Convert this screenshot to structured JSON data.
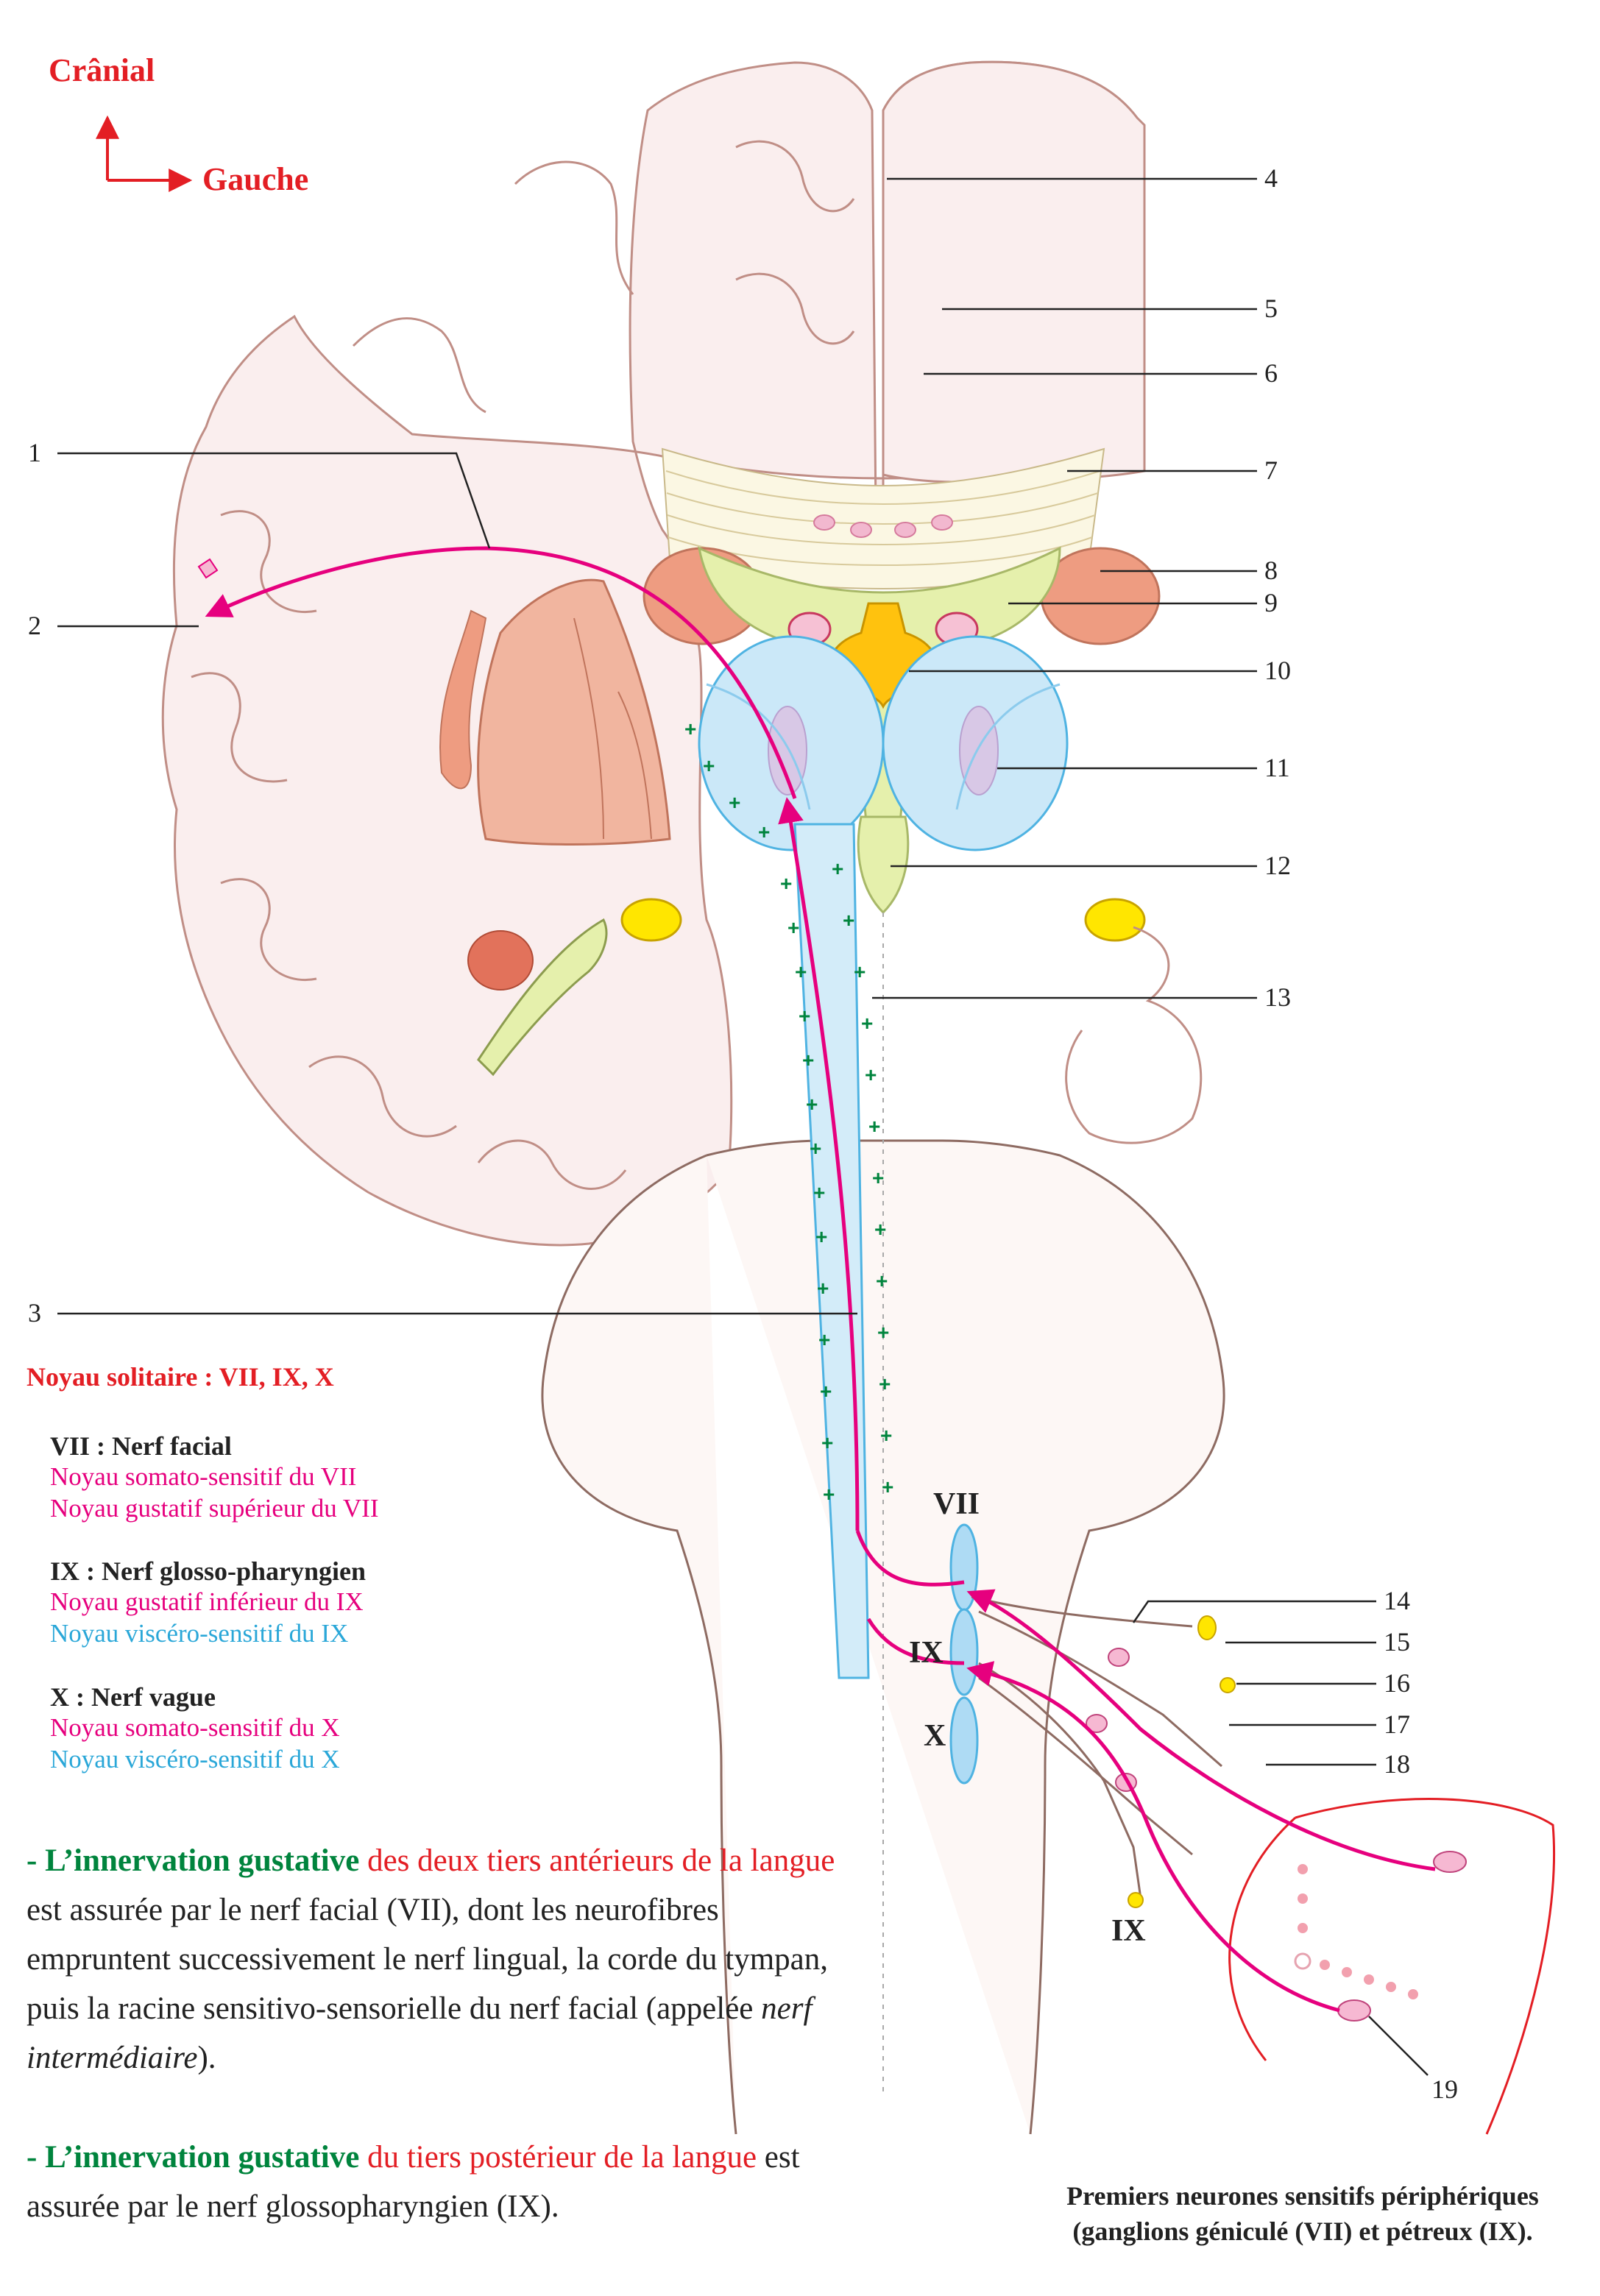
{
  "orientation": {
    "cranial": "Crânial",
    "left": "Gauche"
  },
  "callouts": [
    "1",
    "2",
    "3",
    "4",
    "5",
    "6",
    "7",
    "8",
    "9",
    "10",
    "11",
    "12",
    "13",
    "14",
    "15",
    "16",
    "17",
    "18",
    "19"
  ],
  "legend": {
    "title": "Noyau solitaire : VII, IX, X",
    "groups": [
      {
        "heading": "VII : Nerf facial",
        "lines": [
          {
            "text": "Noyau somato-sensitif du VII",
            "color": "#e6007e"
          },
          {
            "text": "Noyau gustatif supérieur du VII",
            "color": "#e6007e"
          }
        ]
      },
      {
        "heading": "IX : Nerf glosso-pharyngien",
        "lines": [
          {
            "text": "Noyau gustatif inférieur du IX",
            "color": "#e6007e"
          },
          {
            "text": "Noyau viscéro-sensitif du IX",
            "color": "#2aa7d8"
          }
        ]
      },
      {
        "heading": "X : Nerf vague",
        "lines": [
          {
            "text": "Noyau somato-sensitif du X",
            "color": "#e6007e"
          },
          {
            "text": "Noyau viscéro-sensitif du X",
            "color": "#2aa7d8"
          }
        ]
      }
    ]
  },
  "nerve_labels": {
    "vii": "VII",
    "ix": "IX",
    "x": "X",
    "ix_lower": "IX"
  },
  "paragraph1": {
    "dash": "- ",
    "green": "L’innervation gustative",
    "red": " des deux tiers antérieurs de la langue",
    "rest": " est assurée par le nerf facial (VII), dont les neurofibres empruntent successivement le nerf lingual, la corde du tympan, puis la racine sensitivo-sensorielle du nerf facial (appelée ",
    "italic": "nerf intermédiaire",
    "end": ")."
  },
  "paragraph2": {
    "dash": "- ",
    "green": "L’innervation gustative",
    "red": " du tiers postérieur de la langue",
    "rest": " est assurée par le nerf glossopharyngien (IX)."
  },
  "caption": {
    "line1": "Premiers neurones sensitifs périphériques",
    "line2": "(ganglions géniculé (VII) et pétreux (IX)."
  },
  "colors": {
    "cortex_fill": "#faeeee",
    "cortex_stroke": "#c08e86",
    "white_matter": "#ffffff",
    "corpus_callosum": "#fbf7e3",
    "thalamus": "#f1b59f",
    "caudate": "#ee9c81",
    "fornix": "#e5f0ac",
    "third_ventricle": "#ffc20e",
    "internal_capsule": "#fad7c7",
    "brainstem_blue": "#cbe8f8",
    "blue_stroke": "#4fb3e2",
    "nucleus_blue": "#aedbf4",
    "pathway": "#e6007e",
    "plus": "#00843d",
    "hippocampus_yellow": "#ffe600",
    "text_red": "#e31e24",
    "text_green": "#00843d",
    "text_cyan": "#2aa7d8"
  }
}
